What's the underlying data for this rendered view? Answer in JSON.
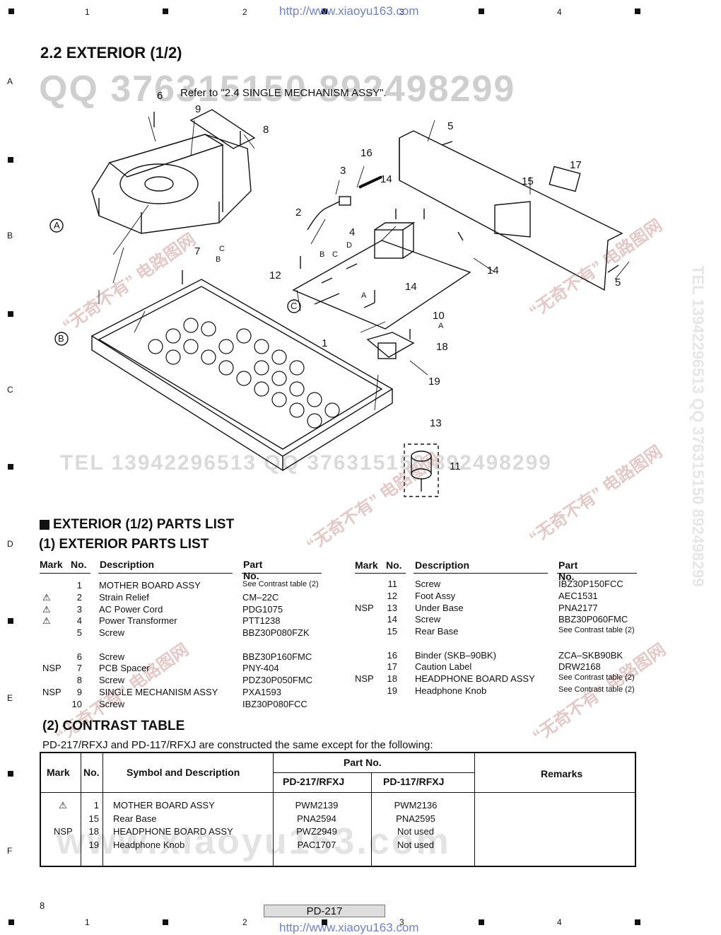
{
  "header": {
    "col_nums": [
      "1",
      "2",
      "3",
      "4"
    ],
    "url": "http://www.xiaoyu163.com"
  },
  "row_letters": [
    "A",
    "B",
    "C",
    "D",
    "E",
    "F"
  ],
  "watermarks": {
    "qq_top": "QQ 376315150    892498299",
    "tel_mid": "TEL 13942296513    QQ 376315150  892498299",
    "www_bottom": "www.xiaoyu163.com",
    "cn": "“无奇不有” 电路图网",
    "side": "TEL 13942296513  QQ 376315150  892498299"
  },
  "title": "2.2 EXTERIOR (1/2)",
  "diagram": {
    "refer_note": "Refer to \"2.4 SINGLE MECHANISM ASSY\".",
    "callouts": [
      "1",
      "2",
      "3",
      "4",
      "5",
      "5",
      "6",
      "7",
      "8",
      "9",
      "10",
      "11",
      "12",
      "13",
      "14",
      "14",
      "14",
      "15",
      "16",
      "17",
      "18",
      "19"
    ],
    "letters": [
      "A",
      "B",
      "C",
      "B",
      "C",
      "D",
      "A",
      "C",
      "B",
      "A"
    ]
  },
  "parts_list": {
    "heading": "EXTERIOR (1/2) PARTS LIST",
    "subheading": "(1) EXTERIOR  PARTS LIST",
    "headers": {
      "mark": "Mark",
      "no": "No.",
      "desc": "Description",
      "part": "Part No."
    },
    "left": [
      {
        "mark": "",
        "no": "1",
        "desc": "MOTHER BOARD ASSY",
        "part": "See Contrast table (2)",
        "small": true
      },
      {
        "mark": "⚠",
        "no": "2",
        "desc": "Strain Relief",
        "part": "CM–22C"
      },
      {
        "mark": "⚠",
        "no": "3",
        "desc": "AC Power Cord",
        "part": "PDG1075"
      },
      {
        "mark": "⚠",
        "no": "4",
        "desc": "Power Transformer",
        "part": "PTT1238"
      },
      {
        "mark": "",
        "no": "5",
        "desc": "Screw",
        "part": "BBZ30P080FZK"
      },
      {
        "mark": "",
        "no": "6",
        "desc": "Screw",
        "part": "BBZ30P160FMC"
      },
      {
        "mark": "NSP",
        "no": "7",
        "desc": "PCB Spacer",
        "part": "PNY-404"
      },
      {
        "mark": "",
        "no": "8",
        "desc": "Screw",
        "part": "PDZ30P050FMC"
      },
      {
        "mark": "NSP",
        "no": "9",
        "desc": "SINGLE MECHANISM ASSY",
        "part": "PXA1593"
      },
      {
        "mark": "",
        "no": "10",
        "desc": "Screw",
        "part": "IBZ30P080FCC"
      }
    ],
    "right": [
      {
        "mark": "",
        "no": "11",
        "desc": "Screw",
        "part": "IBZ30P150FCC"
      },
      {
        "mark": "",
        "no": "12",
        "desc": "Foot Assy",
        "part": "AEC1531"
      },
      {
        "mark": "NSP",
        "no": "13",
        "desc": "Under Base",
        "part": "PNA2177"
      },
      {
        "mark": "",
        "no": "14",
        "desc": "Screw",
        "part": "BBZ30P060FMC"
      },
      {
        "mark": "",
        "no": "15",
        "desc": "Rear Base",
        "part": "See Contrast table (2)",
        "small": true
      },
      {
        "mark": "",
        "no": "16",
        "desc": "Binder (SKB–90BK)",
        "part": "ZCA–SKB90BK"
      },
      {
        "mark": "",
        "no": "17",
        "desc": "Caution Label",
        "part": "DRW2168"
      },
      {
        "mark": "NSP",
        "no": "18",
        "desc": "HEADPHONE BOARD ASSY",
        "part": "See Contrast table (2)",
        "small": true
      },
      {
        "mark": "",
        "no": "19",
        "desc": "Headphone Knob",
        "part": "See Contrast table (2)",
        "small": true
      }
    ]
  },
  "contrast": {
    "heading": "(2) CONTRAST TABLE",
    "note": "PD-217/RFXJ and PD-117/RFXJ are constructed the same except for the following:",
    "headers": {
      "mark": "Mark",
      "no": "No.",
      "desc": "Symbol and Description",
      "partno": "Part No.",
      "m1": "PD-217/RFXJ",
      "m2": "PD-117/RFXJ",
      "remarks": "Remarks"
    },
    "rows": [
      {
        "mark": "⚠",
        "no": "1",
        "desc": "MOTHER BOARD ASSY",
        "m1": "PWM2139",
        "m2": "PWM2136"
      },
      {
        "mark": "",
        "no": "15",
        "desc": "Rear Base",
        "m1": "PNA2594",
        "m2": "PNA2595"
      },
      {
        "mark": "NSP",
        "no": "18",
        "desc": "HEADPHONE BOARD ASSY",
        "m1": "PWZ2949",
        "m2": "Not used"
      },
      {
        "mark": "",
        "no": "19",
        "desc": "Headphone Knob",
        "m1": "PAC1707",
        "m2": "Not used"
      }
    ]
  },
  "footer": {
    "page": "8",
    "model": "PD-217"
  }
}
